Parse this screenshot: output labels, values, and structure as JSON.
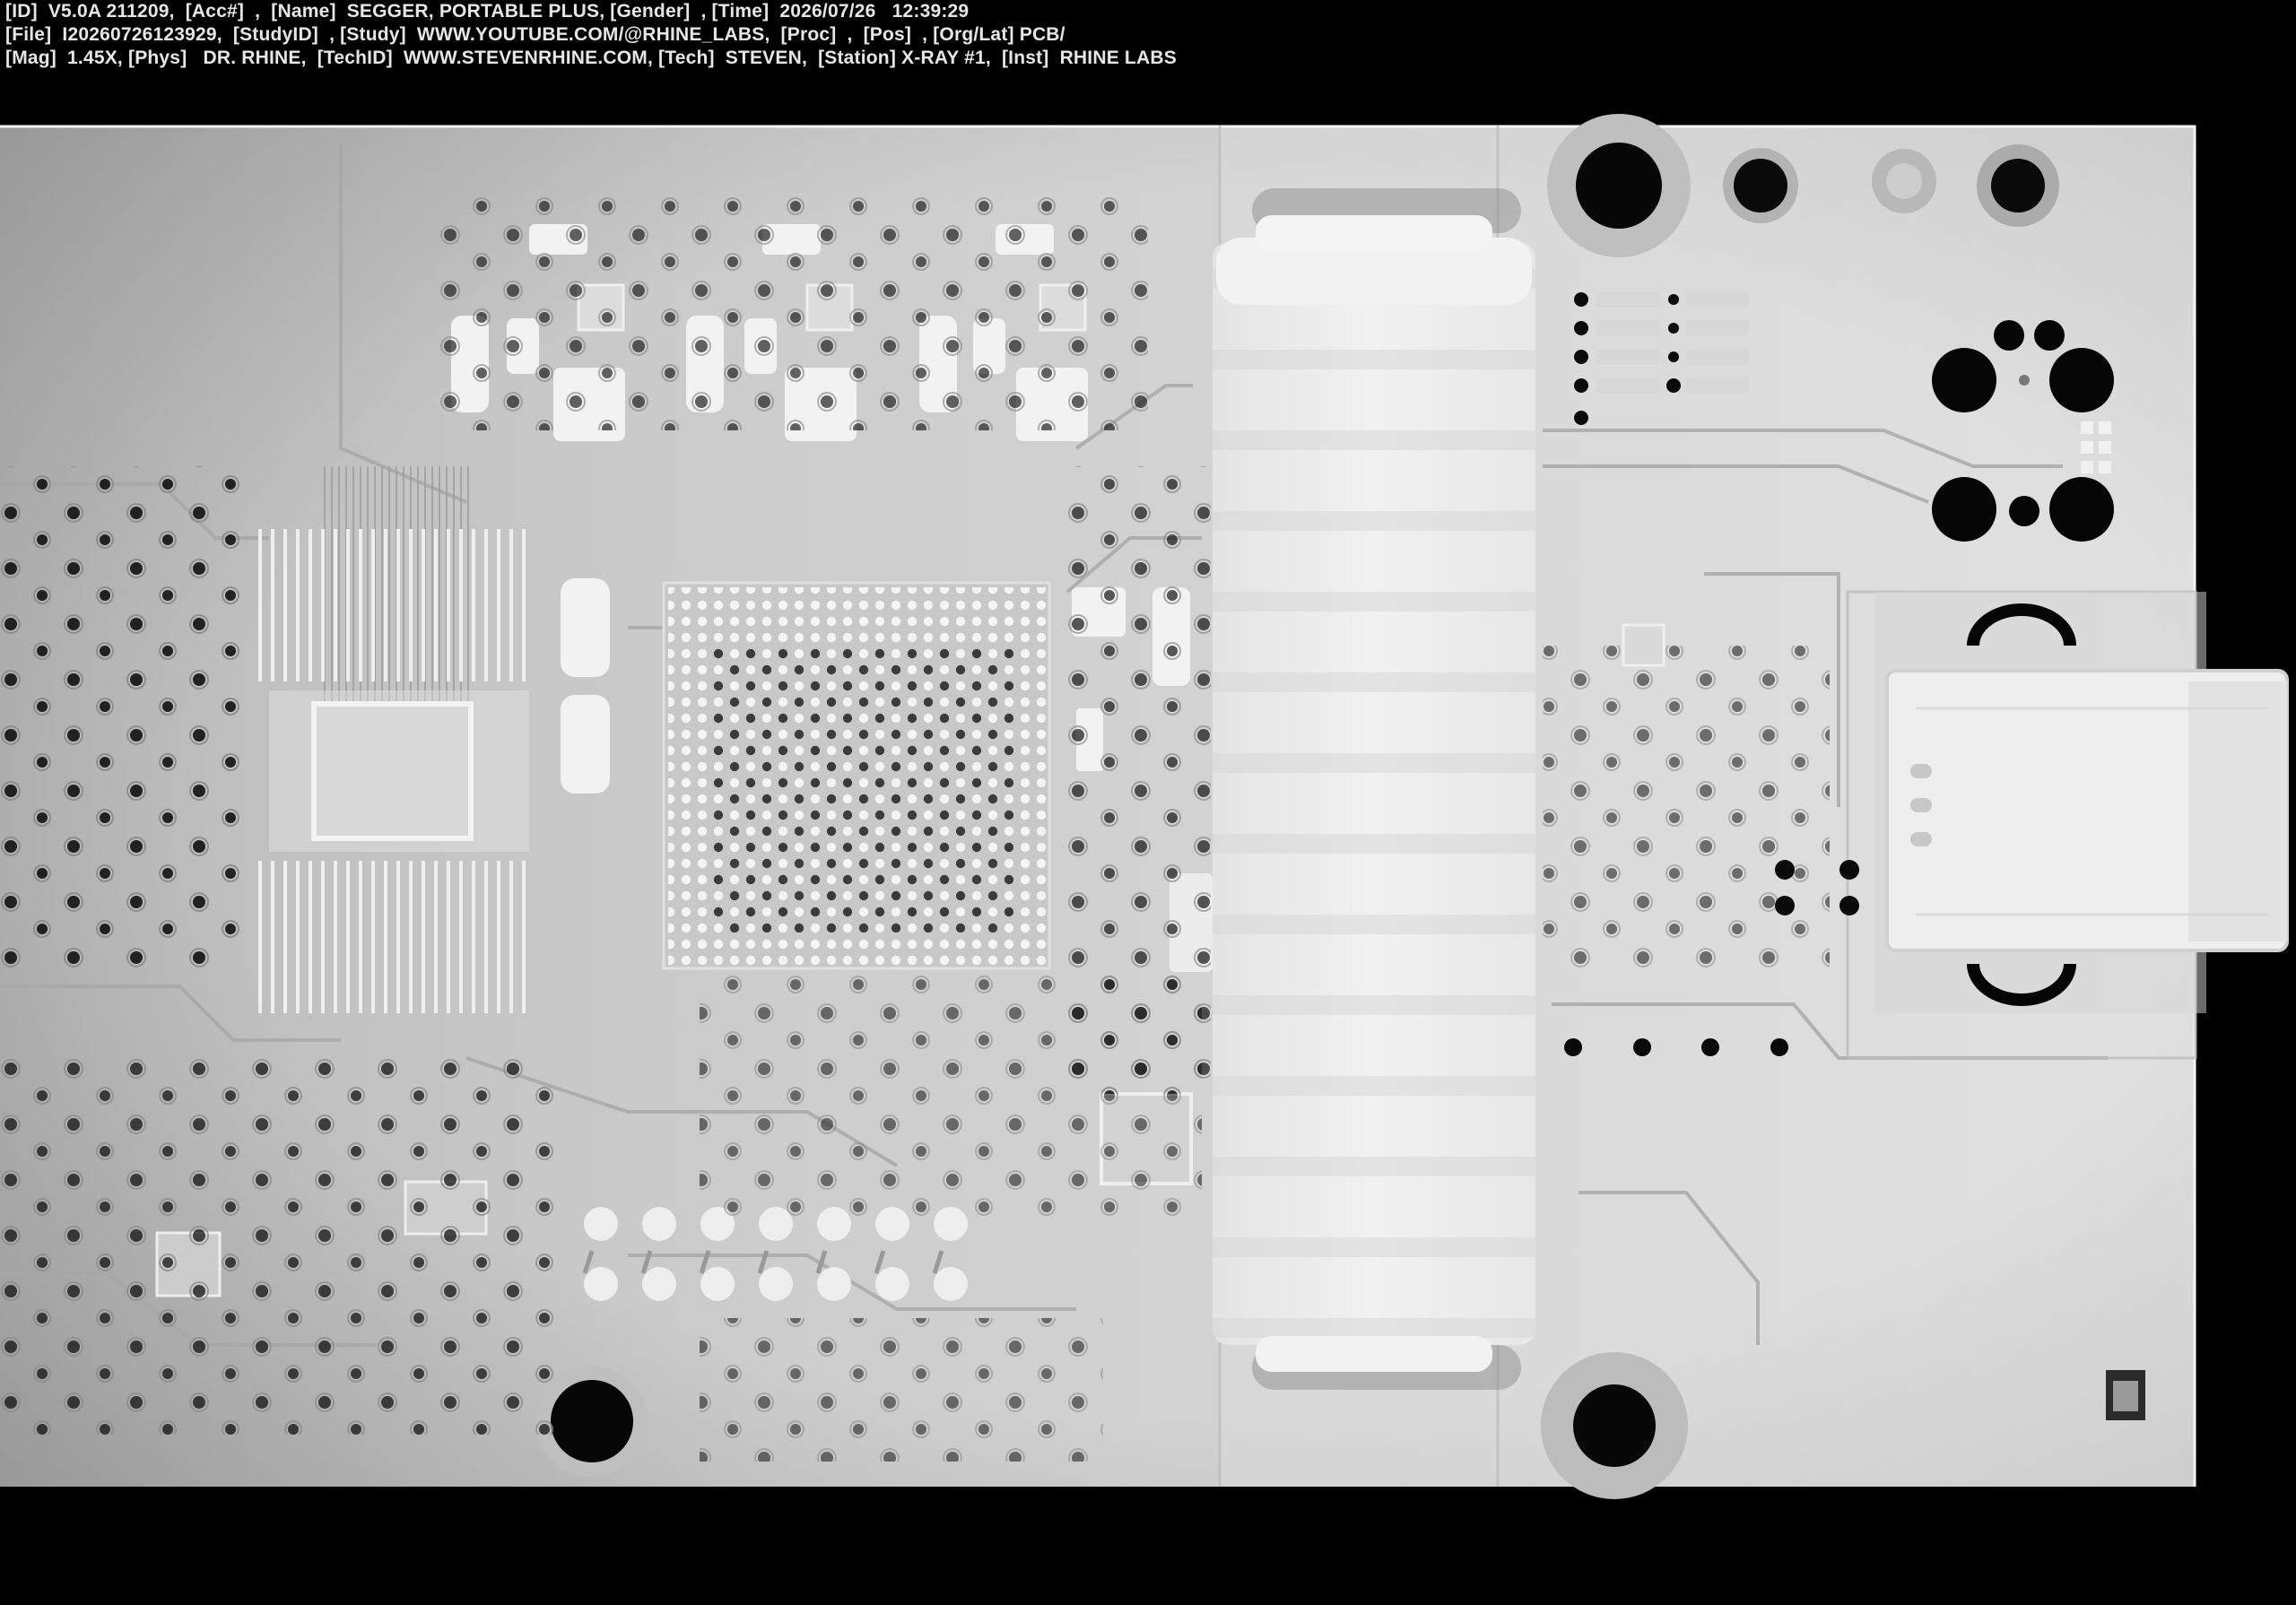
{
  "header": {
    "line1": "[ID]  V5.0A 211209,  [Acc#]  ,  [Name]  SEGGER, PORTABLE PLUS, [Gender]  , [Time]  2026/07/26   12:39:29",
    "line2": "[File]  I20260726123929,  [StudyID]  , [Study]  WWW.YOUTUBE.COM/@RHINE_LABS,  [Proc]  ,  [Pos]  , [Org/Lat] PCB/",
    "line3": "[Mag]  1.45X, [Phys]   DR. RHINE,  [TechID]  WWW.STEVENRHINE.COM, [Tech]  STEVEN,  [Station] X-RAY #1,  [Inst]  RHINE LABS"
  },
  "image": {
    "subject": "x-ray-pcb-segger-portable-plus",
    "palette": {
      "background": "#000000",
      "board": "#cfcfcf",
      "metal": "#0b0b0b",
      "plastic": "#f2f2f2"
    }
  }
}
